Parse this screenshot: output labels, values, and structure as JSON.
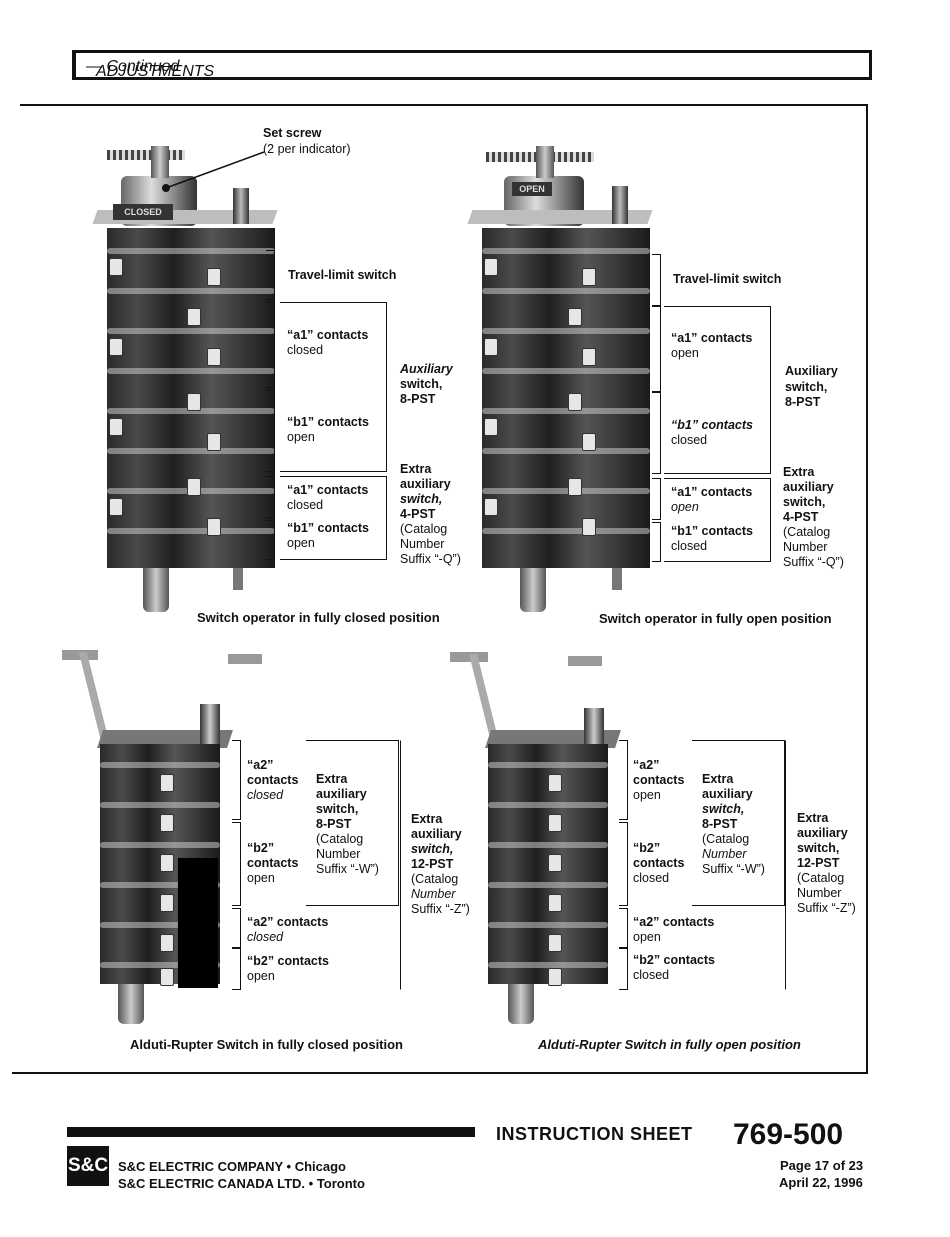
{
  "header": {
    "section_title": "ADJUSTMENTS",
    "section_continued": "— Continued"
  },
  "figure1": {
    "set_screw": "Set screw",
    "set_screw_note": "(2 per indicator)",
    "closed_tag": "CLOSED",
    "travel_limit": "Travel-limit switch",
    "a1_title": "“a1” contacts",
    "a1_state": "closed",
    "b1_title": "“b1” contacts",
    "b1_state": "open",
    "aux_line1": "Auxiliary",
    "aux_line2": "switch,",
    "aux_line3": "8-PST",
    "extra_line1": "Extra",
    "extra_line2": "auxiliary",
    "extra_line3": "switch,",
    "extra_line4": "4-PST",
    "extra_line5": "(Catalog",
    "extra_line6": "Number",
    "extra_line7": "Suffix “-Q”)",
    "ex_a1_title": "“a1” contacts",
    "ex_a1_state": "closed",
    "ex_b1_title": "“b1” contacts",
    "ex_b1_state": "open",
    "caption": "Switch operator in fully closed position"
  },
  "figure2": {
    "open_tag": "OPEN",
    "travel_limit": "Travel-limit switch",
    "a1_title": "“a1” contacts",
    "a1_state": "open",
    "b1_title": "“b1” contacts",
    "b1_state": "closed",
    "aux_line1": "Auxiliary",
    "aux_line2": "switch,",
    "aux_line3": "8-PST",
    "extra_line1": "Extra",
    "extra_line2": "auxiliary",
    "extra_line3": "switch,",
    "extra_line4": "4-PST",
    "extra_line5": "(Catalog",
    "extra_line6": "Number",
    "extra_line7": "Suffix “-Q”)",
    "ex_a1_title": "“a1” contacts",
    "ex_a1_state": "open",
    "ex_b1_title": "“b1” contacts",
    "ex_b1_state": "closed",
    "caption": "Switch operator in fully open position"
  },
  "figure3": {
    "a2_title": "“a2”",
    "a2_title2": "contacts",
    "a2_state": "closed",
    "b2_title": "“b2”",
    "b2_title2": "contacts",
    "b2_state": "open",
    "w_line1": "Extra",
    "w_line2": "auxiliary",
    "w_line3": "switch,",
    "w_line4": "8-PST",
    "w_line5": "(Catalog",
    "w_line6": "Number",
    "w_line7": "Suffix “-W”)",
    "z_line1": "Extra",
    "z_line2": "auxiliary",
    "z_line3": "switch,",
    "z_line4": "12-PST",
    "z_line5": "(Catalog",
    "z_line6": "Number",
    "z_line7": "Suffix “-Z”)",
    "lo_a2_title": "“a2” contacts",
    "lo_a2_state": "closed",
    "lo_b2_title": "“b2” contacts",
    "lo_b2_state": "open",
    "caption": "Alduti-Rupter Switch in fully closed position"
  },
  "figure4": {
    "a2_title": "“a2”",
    "a2_title2": "contacts",
    "a2_state": "open",
    "b2_title": "“b2”",
    "b2_title2": "contacts",
    "b2_state": "closed",
    "w_line1": "Extra",
    "w_line2": "auxiliary",
    "w_line3": "switch,",
    "w_line4": "8-PST",
    "w_line5": "(Catalog",
    "w_line6": "Number",
    "w_line7": "Suffix “-W”)",
    "z_line1": "Extra",
    "z_line2": "auxiliary",
    "z_line3": "switch,",
    "z_line4": "12-PST",
    "z_line5": "(Catalog",
    "z_line6": "Number",
    "z_line7": "Suffix “-Z”)",
    "lo_a2_title": "“a2” contacts",
    "lo_a2_state": "open",
    "lo_b2_title": "“b2” contacts",
    "lo_b2_state": "closed",
    "caption": "Alduti-Rupter Switch in fully open position"
  },
  "footer": {
    "logo_text": "S&C",
    "company_line1": "S&C ELECTRIC COMPANY • Chicago",
    "company_line2": "S&C ELECTRIC CANADA LTD. • Toronto",
    "sheet_label": "INSTRUCTION SHEET",
    "sheet_number": "769-500",
    "page": "Page 17 of 23",
    "date": "April 22, 1996"
  }
}
